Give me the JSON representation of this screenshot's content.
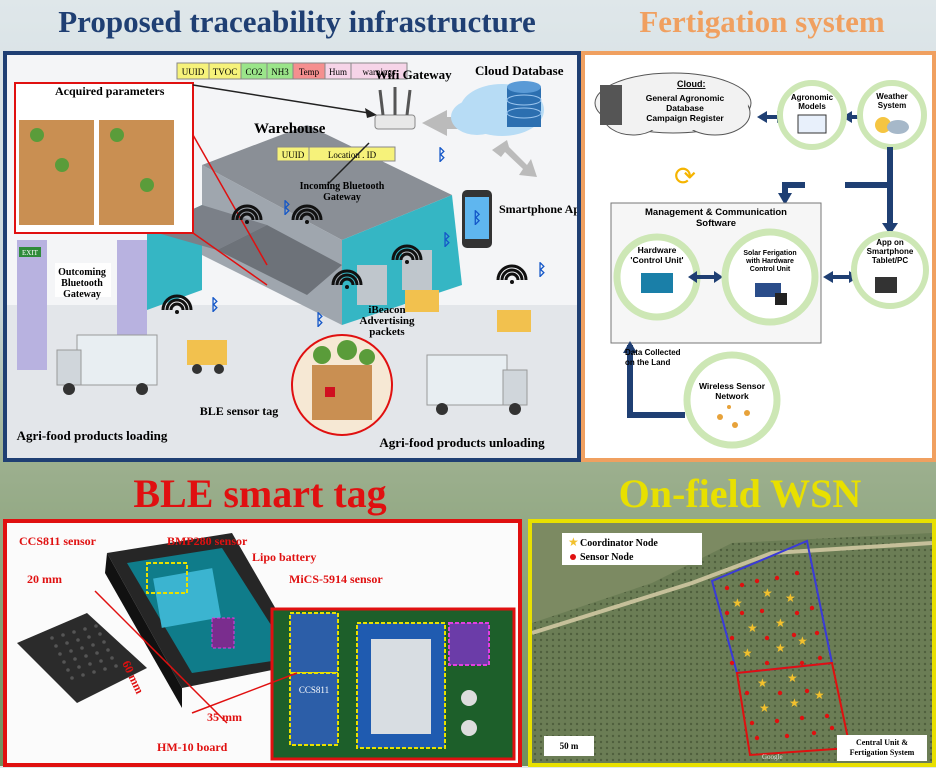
{
  "titles": {
    "traceability": "Proposed traceability infrastructure",
    "fertigation": "Fertigation system",
    "ble": "BLE smart tag",
    "wsn": "On-field WSN"
  },
  "colors": {
    "navy": "#1f3f73",
    "orange": "#f0a060",
    "red": "#e01010",
    "yellow": "#e8e000"
  },
  "traceability": {
    "sensor_fields": [
      "UUID",
      "TVOC",
      "CO2",
      "NH3",
      "Temp",
      "Hum",
      "warnings"
    ],
    "id_fields": [
      "UUID",
      "Location . ID"
    ],
    "labels": {
      "acquired": "Acquired parameters",
      "wifi": "Wifi Gateway",
      "cloud": "Cloud Database",
      "warehouse": "Warehouse",
      "incoming": "Incoming Bluetooth Gateway",
      "outgoing": "Outcoming Bluetooth Gateway",
      "exit": "EXIT",
      "smartphone": "Smartphone App",
      "ibeacon": "iBeacon Advertising packets",
      "ble_tag": "BLE sensor tag",
      "loading": "Agri-food products loading",
      "unloading": "Agri-food products unloading"
    }
  },
  "fertigation": {
    "cloud_title": "Cloud:",
    "cloud_lines": [
      "General Agronomic",
      "Database",
      "Campaign Register"
    ],
    "agronomic": [
      "Agronomic",
      "Models"
    ],
    "weather": [
      "Weather",
      "System"
    ],
    "management": [
      "Management & Communication",
      "Software"
    ],
    "hardware": [
      "Hardware",
      "'Control Unit'"
    ],
    "solar": [
      "Solar Ferigation",
      "with Hardware",
      "Control Unit"
    ],
    "app": [
      "App on",
      "Smartphone",
      "Tablet/PC"
    ],
    "collected": [
      "Data Collected",
      "on the Land"
    ],
    "wsn": [
      "Wireless Sensor",
      "Network"
    ]
  },
  "ble": {
    "ccs811": "CCS811 sensor",
    "bmp280": "BMP280 sensor",
    "lipo": "Lipo battery",
    "mics": "MiCS-5914 sensor",
    "dim20": "20 mm",
    "dim60": "60 mm",
    "dim35": "35 mm",
    "hm10": "HM-10 board",
    "board_ccs": "CCS811"
  },
  "wsn": {
    "legend_coord": "Coordinator Node",
    "legend_sensor": "Sensor Node",
    "scale": "50 m",
    "central": [
      "Central Unit &",
      "Fertigation System"
    ],
    "watermark": "Google"
  }
}
